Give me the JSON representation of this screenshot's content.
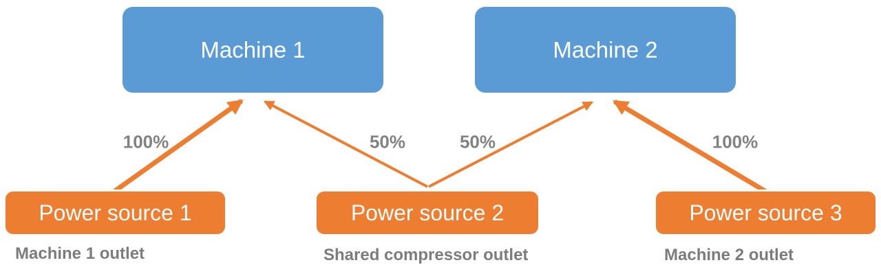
{
  "diagram": {
    "machines": [
      {
        "label": "Machine 1"
      },
      {
        "label": "Machine 2"
      }
    ],
    "power_sources": [
      {
        "label": "Power source 1",
        "caption": "Machine 1 outlet"
      },
      {
        "label": "Power source 2",
        "caption": "Shared compressor outlet"
      },
      {
        "label": "Power source 3",
        "caption": "Machine 2 outlet"
      }
    ],
    "connections": [
      {
        "from": "Power source 1",
        "to": "Machine 1",
        "label": "100%",
        "weight": "thick"
      },
      {
        "from": "Power source 2",
        "to": "Machine 1",
        "label": "50%",
        "weight": "thin"
      },
      {
        "from": "Power source 2",
        "to": "Machine 2",
        "label": "50%",
        "weight": "thin"
      },
      {
        "from": "Power source 3",
        "to": "Machine 2",
        "label": "100%",
        "weight": "thick"
      }
    ],
    "colors": {
      "machine_fill": "#5B9BD5",
      "power_fill": "#ED7D31",
      "arrow": "#ED7D31",
      "gray_label": "#7C7C7C",
      "box_text": "#FFFFFF",
      "background": "#FFFFFF"
    }
  }
}
